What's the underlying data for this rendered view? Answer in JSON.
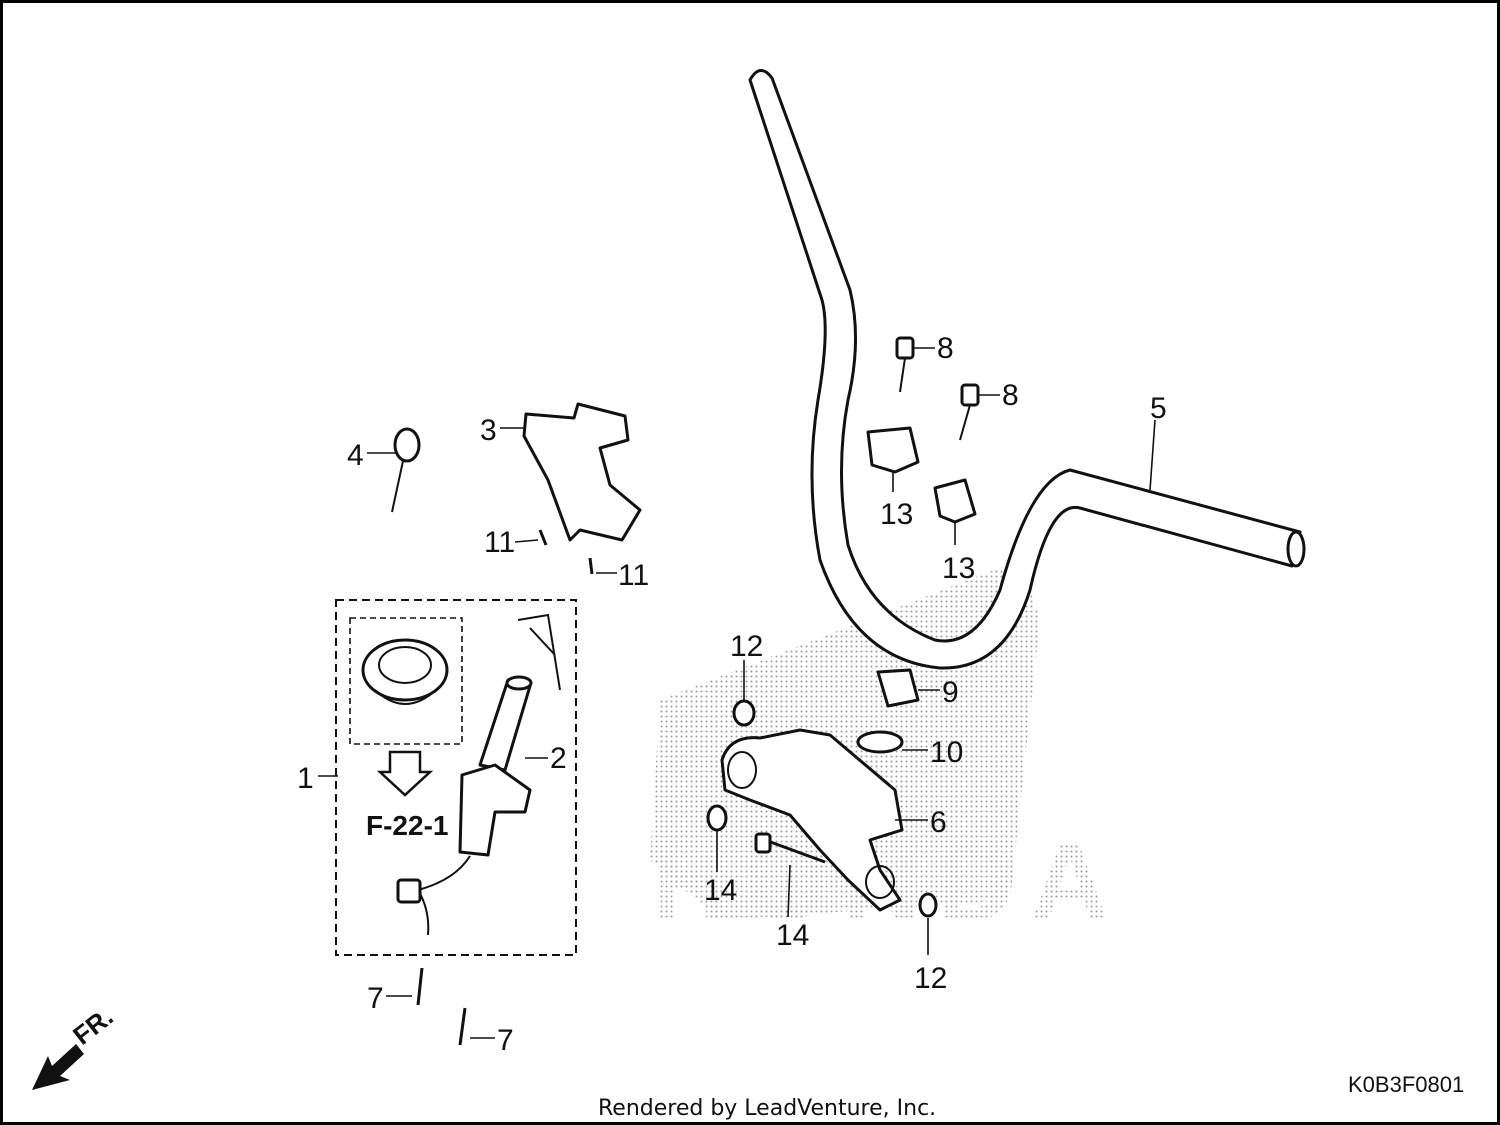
{
  "callouts": [
    {
      "id": "c1",
      "label": "1"
    },
    {
      "id": "c2",
      "label": "2"
    },
    {
      "id": "c3",
      "label": "3"
    },
    {
      "id": "c4",
      "label": "4"
    },
    {
      "id": "c5",
      "label": "5"
    },
    {
      "id": "c6",
      "label": "6"
    },
    {
      "id": "c7a",
      "label": "7"
    },
    {
      "id": "c7b",
      "label": "7"
    },
    {
      "id": "c8a",
      "label": "8"
    },
    {
      "id": "c8b",
      "label": "8"
    },
    {
      "id": "c9",
      "label": "9"
    },
    {
      "id": "c10",
      "label": "10"
    },
    {
      "id": "c11a",
      "label": "11"
    },
    {
      "id": "c11b",
      "label": "11"
    },
    {
      "id": "c12a",
      "label": "12"
    },
    {
      "id": "c12b",
      "label": "12"
    },
    {
      "id": "c13a",
      "label": "13"
    },
    {
      "id": "c13b",
      "label": "13"
    },
    {
      "id": "c14a",
      "label": "14"
    },
    {
      "id": "c14b",
      "label": "14"
    }
  ],
  "reference": "F-22-1",
  "direction": "FR.",
  "drawing_code": "K0B3F0801",
  "watermark": "HONDA",
  "credit": "Rendered by LeadVenture, Inc.",
  "colors": {
    "ink": "#111111",
    "background": "#ffffff",
    "frame": "#000000"
  }
}
